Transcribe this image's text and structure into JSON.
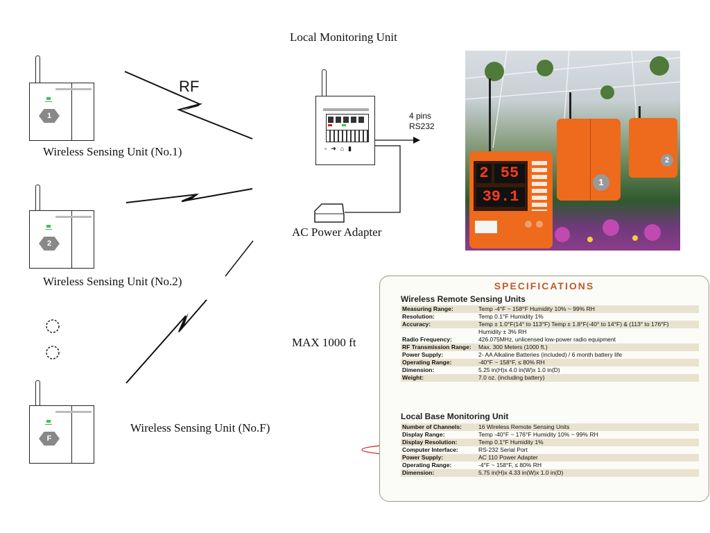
{
  "diagram": {
    "title": "Local Monitoring Unit",
    "rf_label": "RF",
    "pins_label_line1": "4 pins",
    "pins_label_line2": "RS232",
    "ac_label": "AC Power Adapter",
    "max_label": "MAX 1000 ft",
    "sensors": [
      {
        "label": "Wireless Sensing Unit (No.1)",
        "id": "1"
      },
      {
        "label": "Wireless Sensing Unit (No.2)",
        "id": "2"
      },
      {
        "label": "Wireless Sensing Unit (No.F)",
        "id": "F"
      }
    ]
  },
  "photo": {
    "display_top": "2",
    "display_top_right": "55",
    "display_bottom": "39.1",
    "unit_badge_1": "1",
    "unit_badge_2": "2"
  },
  "specs": {
    "title": "SPECIFICATIONS",
    "remote_heading": "Wireless Remote Sensing Units",
    "remote": [
      {
        "k": "Measuring Range:",
        "v": "Temp -4°F ~ 158°F   Humidity 10% ~ 99% RH"
      },
      {
        "k": "Resolution:",
        "v": "Temp 0.1°F    Humidity 1%"
      },
      {
        "k": "Accuracy:",
        "v": "Temp ± 1.0°F(14° to 113°F) Temp ± 1.8°F(-40° to 14°F) & (113° to 176°F)"
      },
      {
        "k": "",
        "v": "Humidity ± 3% RH"
      },
      {
        "k": "Radio Frequency:",
        "v": "426.075MHz, unlicensed low-power radio equipment"
      },
      {
        "k": "RF Transmission Range:",
        "v": "Max. 300 Meters (1000 ft.)"
      },
      {
        "k": "Power Supply:",
        "v": "2- AA Alkaline Batteries (included) / 6 month battery life"
      },
      {
        "k": "Operating Range:",
        "v": "-40°F ~ 158°F, ≤ 80% RH"
      },
      {
        "k": "Dimension:",
        "v": "5.25 in(H)x 4.0 in(W)x 1.0 in(D)"
      },
      {
        "k": "Weight:",
        "v": "7.0 oz. (including battery)"
      }
    ],
    "base_heading": "Local Base Monitoring Unit",
    "base": [
      {
        "k": "Number of Channels:",
        "v": "16 Wireless Remote Sensing Units"
      },
      {
        "k": "Display Range:",
        "v": "Temp -40°F ~ 176°F   Humidity 10% ~ 99% RH"
      },
      {
        "k": "Display Resolution:",
        "v": "Temp 0.1°F    Humidity 1%"
      },
      {
        "k": "Computer Interface:",
        "v": "RS-232 Serial Port"
      },
      {
        "k": "Power Supply:",
        "v": "AC 110 Power Adapter"
      },
      {
        "k": "Operating Range:",
        "v": "-4°F ~ 158°F, ≤ 80% RH"
      },
      {
        "k": "Dimension:",
        "v": "5.75 in(H)x 4.33 in(W)x 1.0 in(D)"
      }
    ]
  },
  "colors": {
    "spec_title": "#c1592b",
    "row_shade": "#e8e2cf",
    "highlight_ellipse": "#d11a1a",
    "device_orange": "#ee6a1c",
    "led_green": "#2ecc40"
  }
}
